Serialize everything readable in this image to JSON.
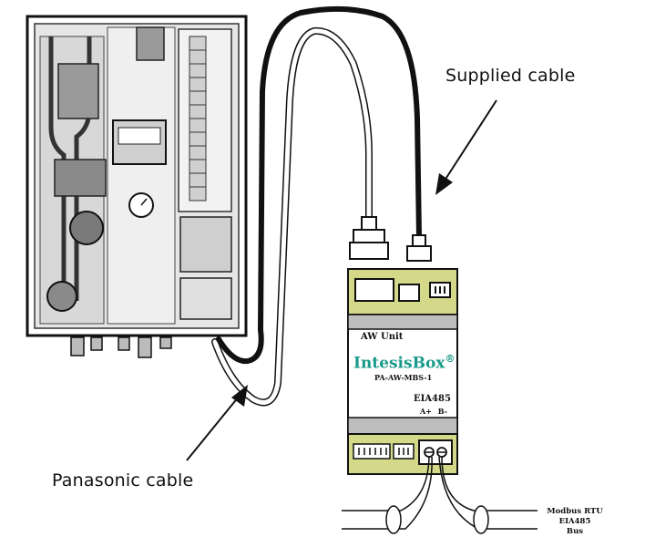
{
  "labels": {
    "supplied_cable": "Supplied cable",
    "panasonic_cable": "Panasonic cable"
  },
  "gateway": {
    "unit_label": "AW Unit",
    "brand": "IntesisBox",
    "registered": "®",
    "model": "PA-AW-MBS-1",
    "port": "EIA485",
    "terminals": "A+ B-"
  },
  "bus": {
    "line1": "Modbus RTU",
    "line2": "EIA485",
    "line3": "Bus"
  },
  "colors": {
    "gateway_body": "#d4d98a",
    "gateway_band": "#bdbdbd",
    "brand_text": "#1a9a8a",
    "unit_panel": "#cfcfcf"
  }
}
